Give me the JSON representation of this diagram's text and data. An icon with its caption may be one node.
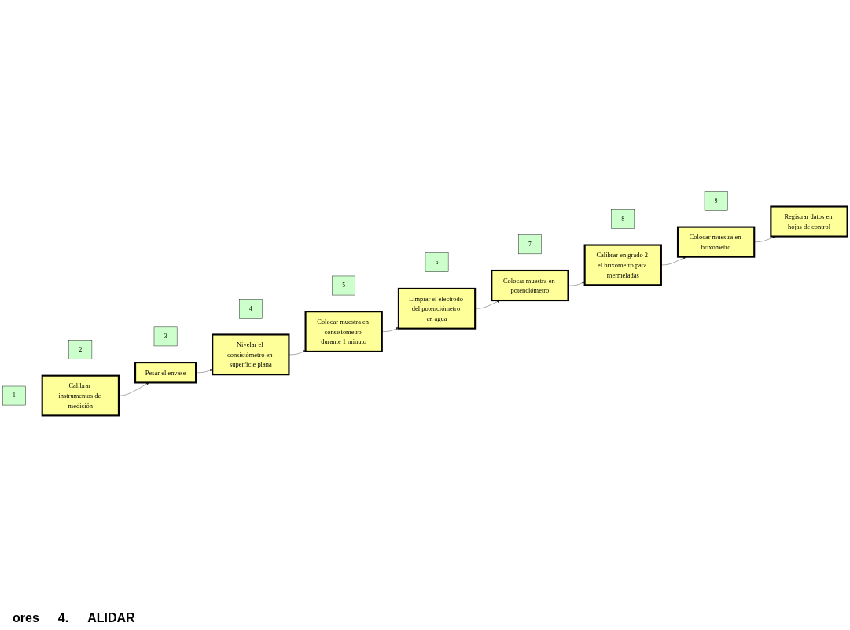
{
  "diagram": {
    "nodes": [
      {
        "text": [
          "1"
        ]
      },
      {
        "text": [
          "Calibrar instrumentos de medición"
        ]
      },
      {
        "text": [
          "2"
        ]
      },
      {
        "text": [
          "Pesar el envase"
        ]
      },
      {
        "text": [
          "3"
        ]
      },
      {
        "text": [
          "Nivelar el consistómetro en superficie plana"
        ]
      },
      {
        "text": [
          "4"
        ]
      },
      {
        "text": [
          "Colocar muestra en consistómetro durante 1 minuto"
        ]
      },
      {
        "text": [
          "5"
        ]
      },
      {
        "text": [
          "Limpiar el electrodo del potenciómetro en agua"
        ]
      },
      {
        "text": [
          "6"
        ]
      },
      {
        "text": [
          "Colocar muestra en potenciómetro"
        ]
      },
      {
        "text": [
          "7"
        ]
      },
      {
        "text": [
          "Calibrar en grado 2 el brixómetro para mermeladas"
        ]
      },
      {
        "text": [
          "8"
        ]
      },
      {
        "text": [
          "Colocar muestra en brixómetro"
        ]
      },
      {
        "text": [
          "9"
        ]
      },
      {
        "text": [
          "Registrar datos en hojas de control"
        ]
      }
    ],
    "edges": [
      {
        "from": 1,
        "to": 3,
        "arrow": "to"
      },
      {
        "from": 3,
        "to": 5,
        "arrow": "to"
      },
      {
        "from": 5,
        "to": 7,
        "arrow": "to"
      },
      {
        "from": 7,
        "to": 9,
        "arrow": "to"
      },
      {
        "from": 9,
        "to": 11,
        "arrow": "to"
      },
      {
        "from": 11,
        "to": 13,
        "arrow": "to"
      },
      {
        "from": 13,
        "to": 15,
        "arrow": "to"
      },
      {
        "from": 15,
        "to": 17,
        "arrow": "to"
      }
    ],
    "labels": [
      "ores",
      "4.",
      "ALIDAR"
    ]
  }
}
